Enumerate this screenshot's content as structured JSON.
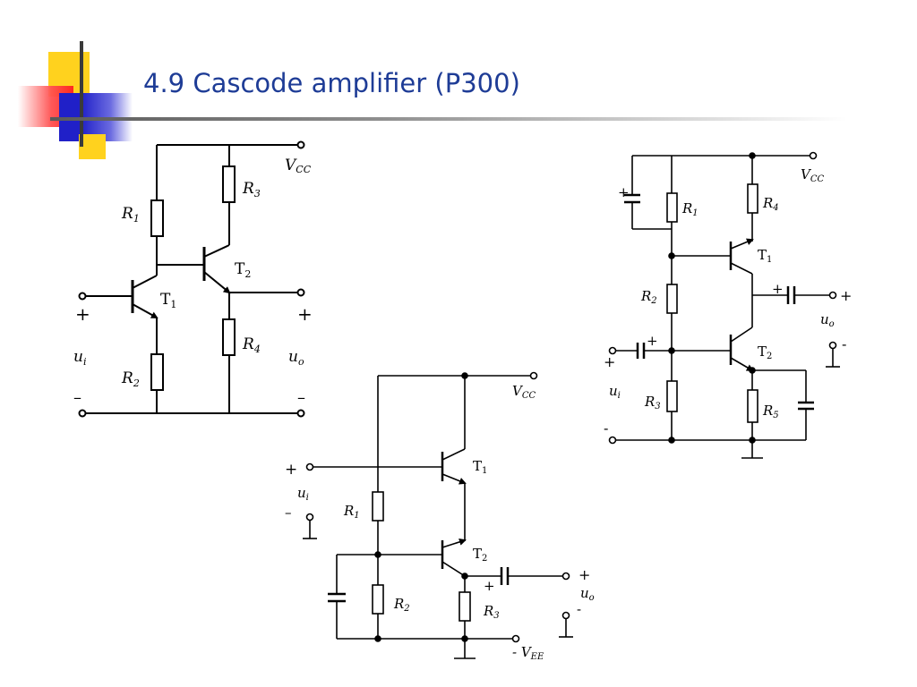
{
  "slide": {
    "title": "4.9 Cascode amplifier (P300)"
  },
  "circuit1": {
    "supply": "V",
    "supply_sub": "CC",
    "r1": "R",
    "r1_sub": "1",
    "r2": "R",
    "r2_sub": "2",
    "r3": "R",
    "r3_sub": "3",
    "r4": "R",
    "r4_sub": "4",
    "t1": "T",
    "t1_sub": "1",
    "t2": "T",
    "t2_sub": "2",
    "in_plus": "+",
    "in_minus": "–",
    "ui": "u",
    "ui_sub": "i",
    "out_plus": "+",
    "out_minus": "–",
    "uo": "u",
    "uo_sub": "o"
  },
  "circuit2": {
    "supply": "V",
    "supply_sub": "CC",
    "r1": "R",
    "r1_sub": "1",
    "r2": "R",
    "r2_sub": "2",
    "r3": "R",
    "r3_sub": "3",
    "r4": "R",
    "r4_sub": "4",
    "r5": "R",
    "r5_sub": "5",
    "t1": "T",
    "t1_sub": "1",
    "t2": "T",
    "t2_sub": "2",
    "cap_plus": "+",
    "in_cap_plus": "+",
    "in_plus": "+",
    "in_minus": "-",
    "ui": "u",
    "ui_sub": "i",
    "out_plus": "+",
    "out_minus": "-",
    "uo": "u",
    "uo_sub": "o"
  },
  "circuit3": {
    "supply": "V",
    "supply_sub": "CC",
    "neg_supply": "- V",
    "neg_supply_sub": "EE",
    "r1": "R",
    "r1_sub": "1",
    "r2": "R",
    "r2_sub": "2",
    "r3": "R",
    "r3_sub": "3",
    "t1": "T",
    "t1_sub": "1",
    "t2": "T",
    "t2_sub": "2",
    "in_plus": "+",
    "in_minus": "–",
    "ui": "u",
    "ui_sub": "i",
    "out_plus": "+",
    "out_minus": "-",
    "cap_plus": "+",
    "uo": "u",
    "uo_sub": "o"
  }
}
